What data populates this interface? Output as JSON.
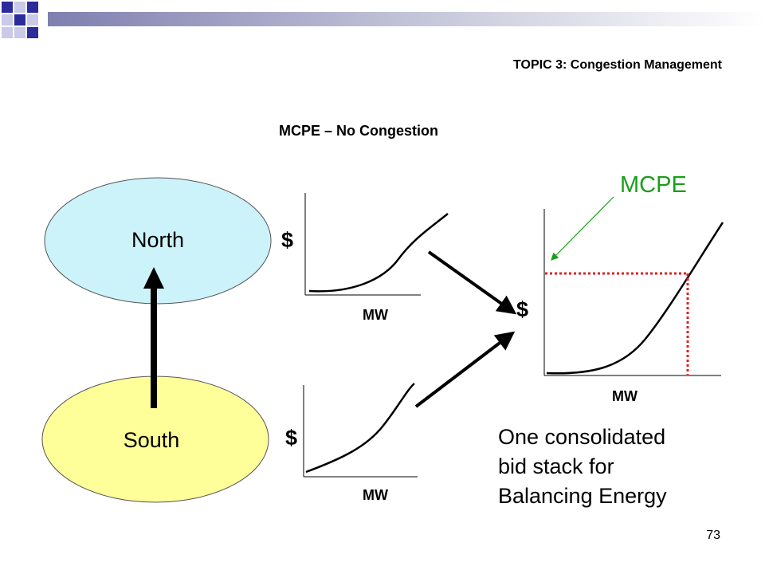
{
  "header": {
    "topic": "TOPIC 3: Congestion Management",
    "subtitle": "MCPE – No Congestion"
  },
  "regions": {
    "north": {
      "label": "North",
      "fill": "#ccf2fa"
    },
    "south": {
      "label": "South",
      "fill": "#ffff99"
    }
  },
  "charts": {
    "north": {
      "y_label": "$",
      "x_label": "MW"
    },
    "south": {
      "y_label": "$",
      "x_label": "MW"
    },
    "combined": {
      "y_label": "$",
      "x_label": "MW"
    }
  },
  "annotation": {
    "mcpe_label": "MCPE",
    "mcpe_color": "#1a9e1a",
    "price_line_color": "#e02020"
  },
  "caption": [
    "One consolidated",
    "bid stack for",
    "Balancing Energy"
  ],
  "page_number": "73"
}
